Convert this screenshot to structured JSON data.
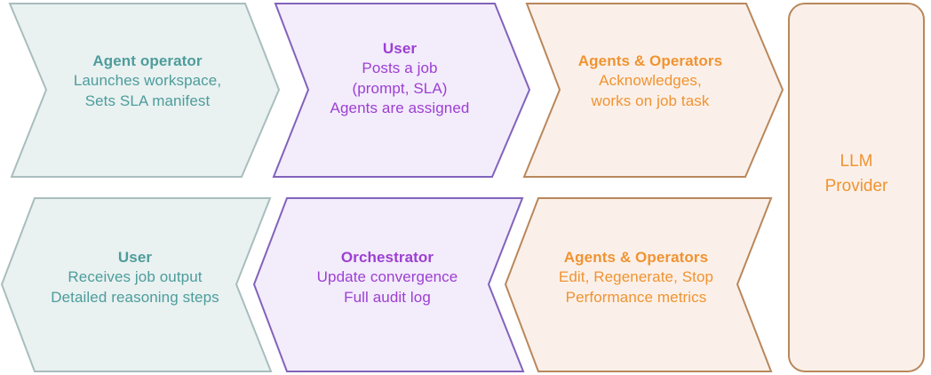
{
  "diagram": {
    "type": "chevron-process-flow",
    "rows": [
      {
        "row_name": "top-row",
        "steps": [
          {
            "id": "agent-operator",
            "title": "Agent operator",
            "lines": [
              "Launches workspace,",
              "Sets SLA manifest"
            ],
            "fill": "#e9f1f1",
            "stroke": "#a9bdbd",
            "text": "#4d9d9b",
            "theme": "teal"
          },
          {
            "id": "user-posts-job",
            "title": "User",
            "lines": [
              "Posts a job",
              "(prompt, SLA)",
              "Agents are assigned"
            ],
            "fill": "#f3ecfb",
            "stroke": "#8163bb",
            "text": "#9c3fd2",
            "theme": "purple"
          },
          {
            "id": "agents-operators-ack",
            "title": "Agents & Operators",
            "lines": [
              "Acknowledges,",
              "works on job task"
            ],
            "fill": "#fbf0e9",
            "stroke": "#b9875c",
            "text": "#f09331",
            "theme": "orange"
          }
        ]
      },
      {
        "row_name": "bottom-row",
        "steps": [
          {
            "id": "user-receives-output",
            "title": "User",
            "lines": [
              "Receives job output",
              "Detailed reasoning steps"
            ],
            "fill": "#e9f1f1",
            "stroke": "#a9bdbd",
            "text": "#4d9d9b",
            "theme": "teal"
          },
          {
            "id": "orchestrator",
            "title": "Orchestrator",
            "lines": [
              "Update convergence",
              "Full audit log"
            ],
            "fill": "#f3ecfb",
            "stroke": "#8163bb",
            "text": "#9c3fd2",
            "theme": "purple"
          },
          {
            "id": "agents-operators-edit",
            "title": "Agents & Operators",
            "lines": [
              "Edit, Regenerate, Stop",
              "Performance metrics"
            ],
            "fill": "#fbf0e9",
            "stroke": "#b9875c",
            "text": "#f09331",
            "theme": "orange"
          }
        ]
      }
    ],
    "side_panel": {
      "id": "llm-provider",
      "lines": [
        "LLM",
        "Provider"
      ],
      "fill": "#fbf0e9",
      "stroke": "#b9875c",
      "text": "#f09331"
    }
  }
}
